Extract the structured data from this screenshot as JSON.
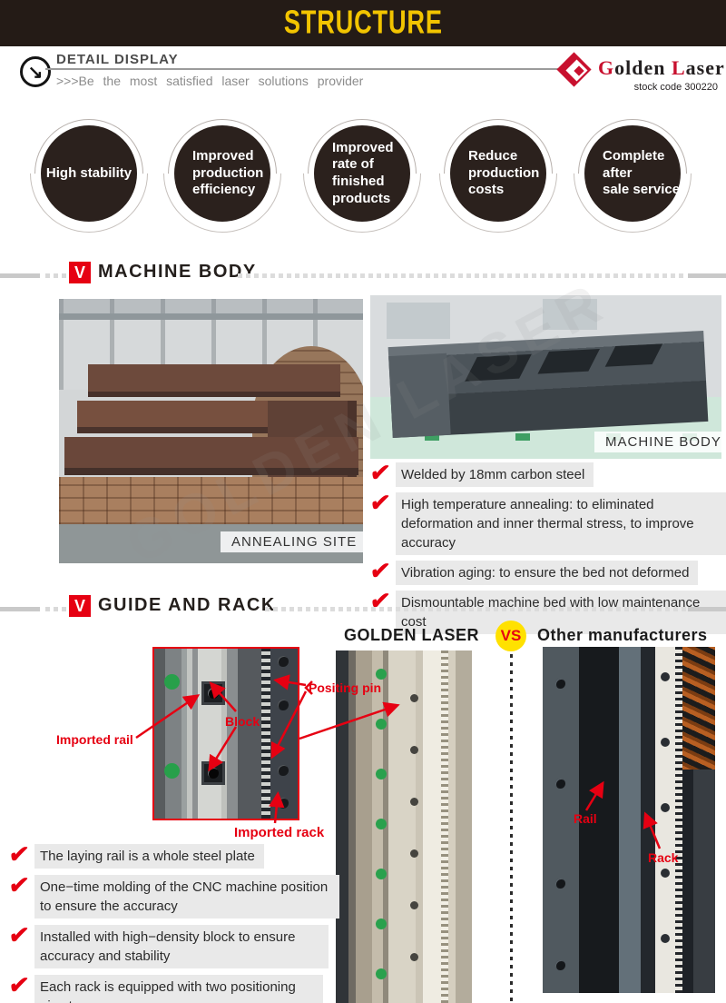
{
  "colors": {
    "accent_red": "#e60012",
    "banner_bg": "#241b16",
    "banner_yellow": "#f2c400",
    "vs_yellow": "#ffe100",
    "circle_bg": "#2b211d",
    "bullet_bg": "#e9e9e9"
  },
  "banner": {
    "title": "STRUCTURE"
  },
  "header": {
    "icon_glyph": "↘",
    "title": "DETAIL DISPLAY",
    "tagline": ">>>Be the most satisfied laser solutions provider",
    "logo": {
      "name_g": "G",
      "name_olden": "olden ",
      "name_l": "L",
      "name_aser": "aser",
      "stock": "stock code 300220"
    }
  },
  "features": [
    {
      "label": "High stability"
    },
    {
      "label": "Improved\nproduction\nefficiency"
    },
    {
      "label": "Improved\nrate of\nfinished\nproducts"
    },
    {
      "label": "Reduce\nproduction\ncosts"
    },
    {
      "label": "Complete\nafter\nsale service"
    }
  ],
  "machine_body": {
    "badge": "V",
    "title": "MACHINE BODY",
    "photo_labels": {
      "left": "ANNEALING SITE",
      "right": "MACHINE BODY"
    },
    "bullets": [
      "Welded by 18mm carbon steel",
      "High temperature annealing: to eliminated deformation and inner thermal stress, to improve accuracy",
      "Vibration aging: to ensure the bed not deformed",
      "Dismountable machine bed with low maintenance cost"
    ]
  },
  "guide_rack": {
    "badge": "V",
    "title": "GUIDE AND RACK",
    "left_title": "GOLDEN LASER",
    "vs": "VS",
    "right_title": "Other manufacturers",
    "annotations": {
      "imported_rail": "Imported rail",
      "block": "Block",
      "positing_pin": "Positing pin",
      "imported_rack": "Imported rack",
      "rail": "Rail",
      "rack": "Rack"
    },
    "bullets": [
      "The laying rail is a whole steel plate",
      "One−time molding of the CNC machine position to ensure the accuracy",
      "Installed with high−density block to ensure accuracy and stability",
      "Each rack is equipped with two positioning pins to ensure"
    ]
  },
  "ui": {
    "check_glyph": "✔"
  },
  "watermark": "GOLDEN LASER"
}
